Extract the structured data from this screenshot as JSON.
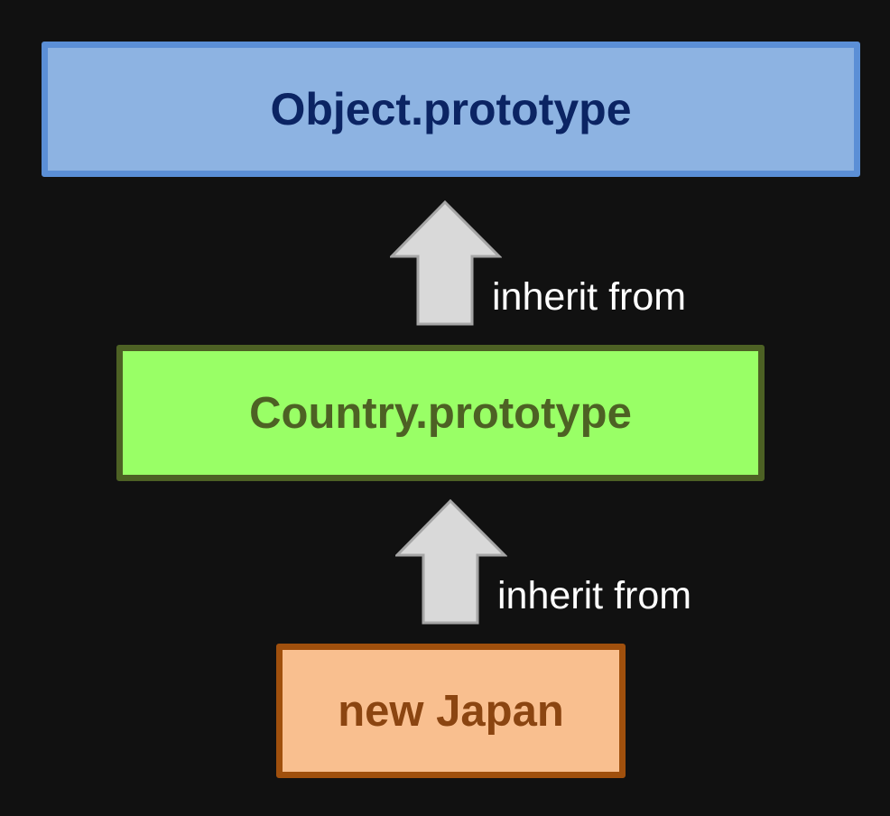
{
  "nodes": [
    {
      "label": "Object.prototype",
      "fill": "#8db3e2",
      "border": "#5b8fd6",
      "text_color": "#0b2463"
    },
    {
      "label": "Country.prototype",
      "fill": "#99ff66",
      "border": "#4d6124",
      "text_color": "#4d6124"
    },
    {
      "label": "new Japan",
      "fill": "#f9bf8f",
      "border": "#a0500d",
      "text_color": "#8b4511"
    }
  ],
  "edges": [
    {
      "from": "Country.prototype",
      "to": "Object.prototype",
      "label": "inherit from"
    },
    {
      "from": "new Japan",
      "to": "Country.prototype",
      "label": "inherit from"
    }
  ],
  "arrow_fill": "#d9d9d9",
  "arrow_border": "#a6a6a6"
}
